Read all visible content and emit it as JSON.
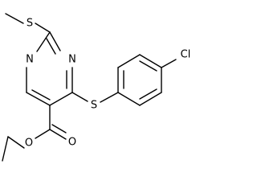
{
  "molecule": {
    "atoms": {
      "s_methylthio": "S",
      "n_ring_upper": "N",
      "n_ring_lower": "N",
      "s_aryl_thio": "S",
      "cl": "Cl",
      "o_carbonyl": "O",
      "o_ester": "O"
    }
  }
}
